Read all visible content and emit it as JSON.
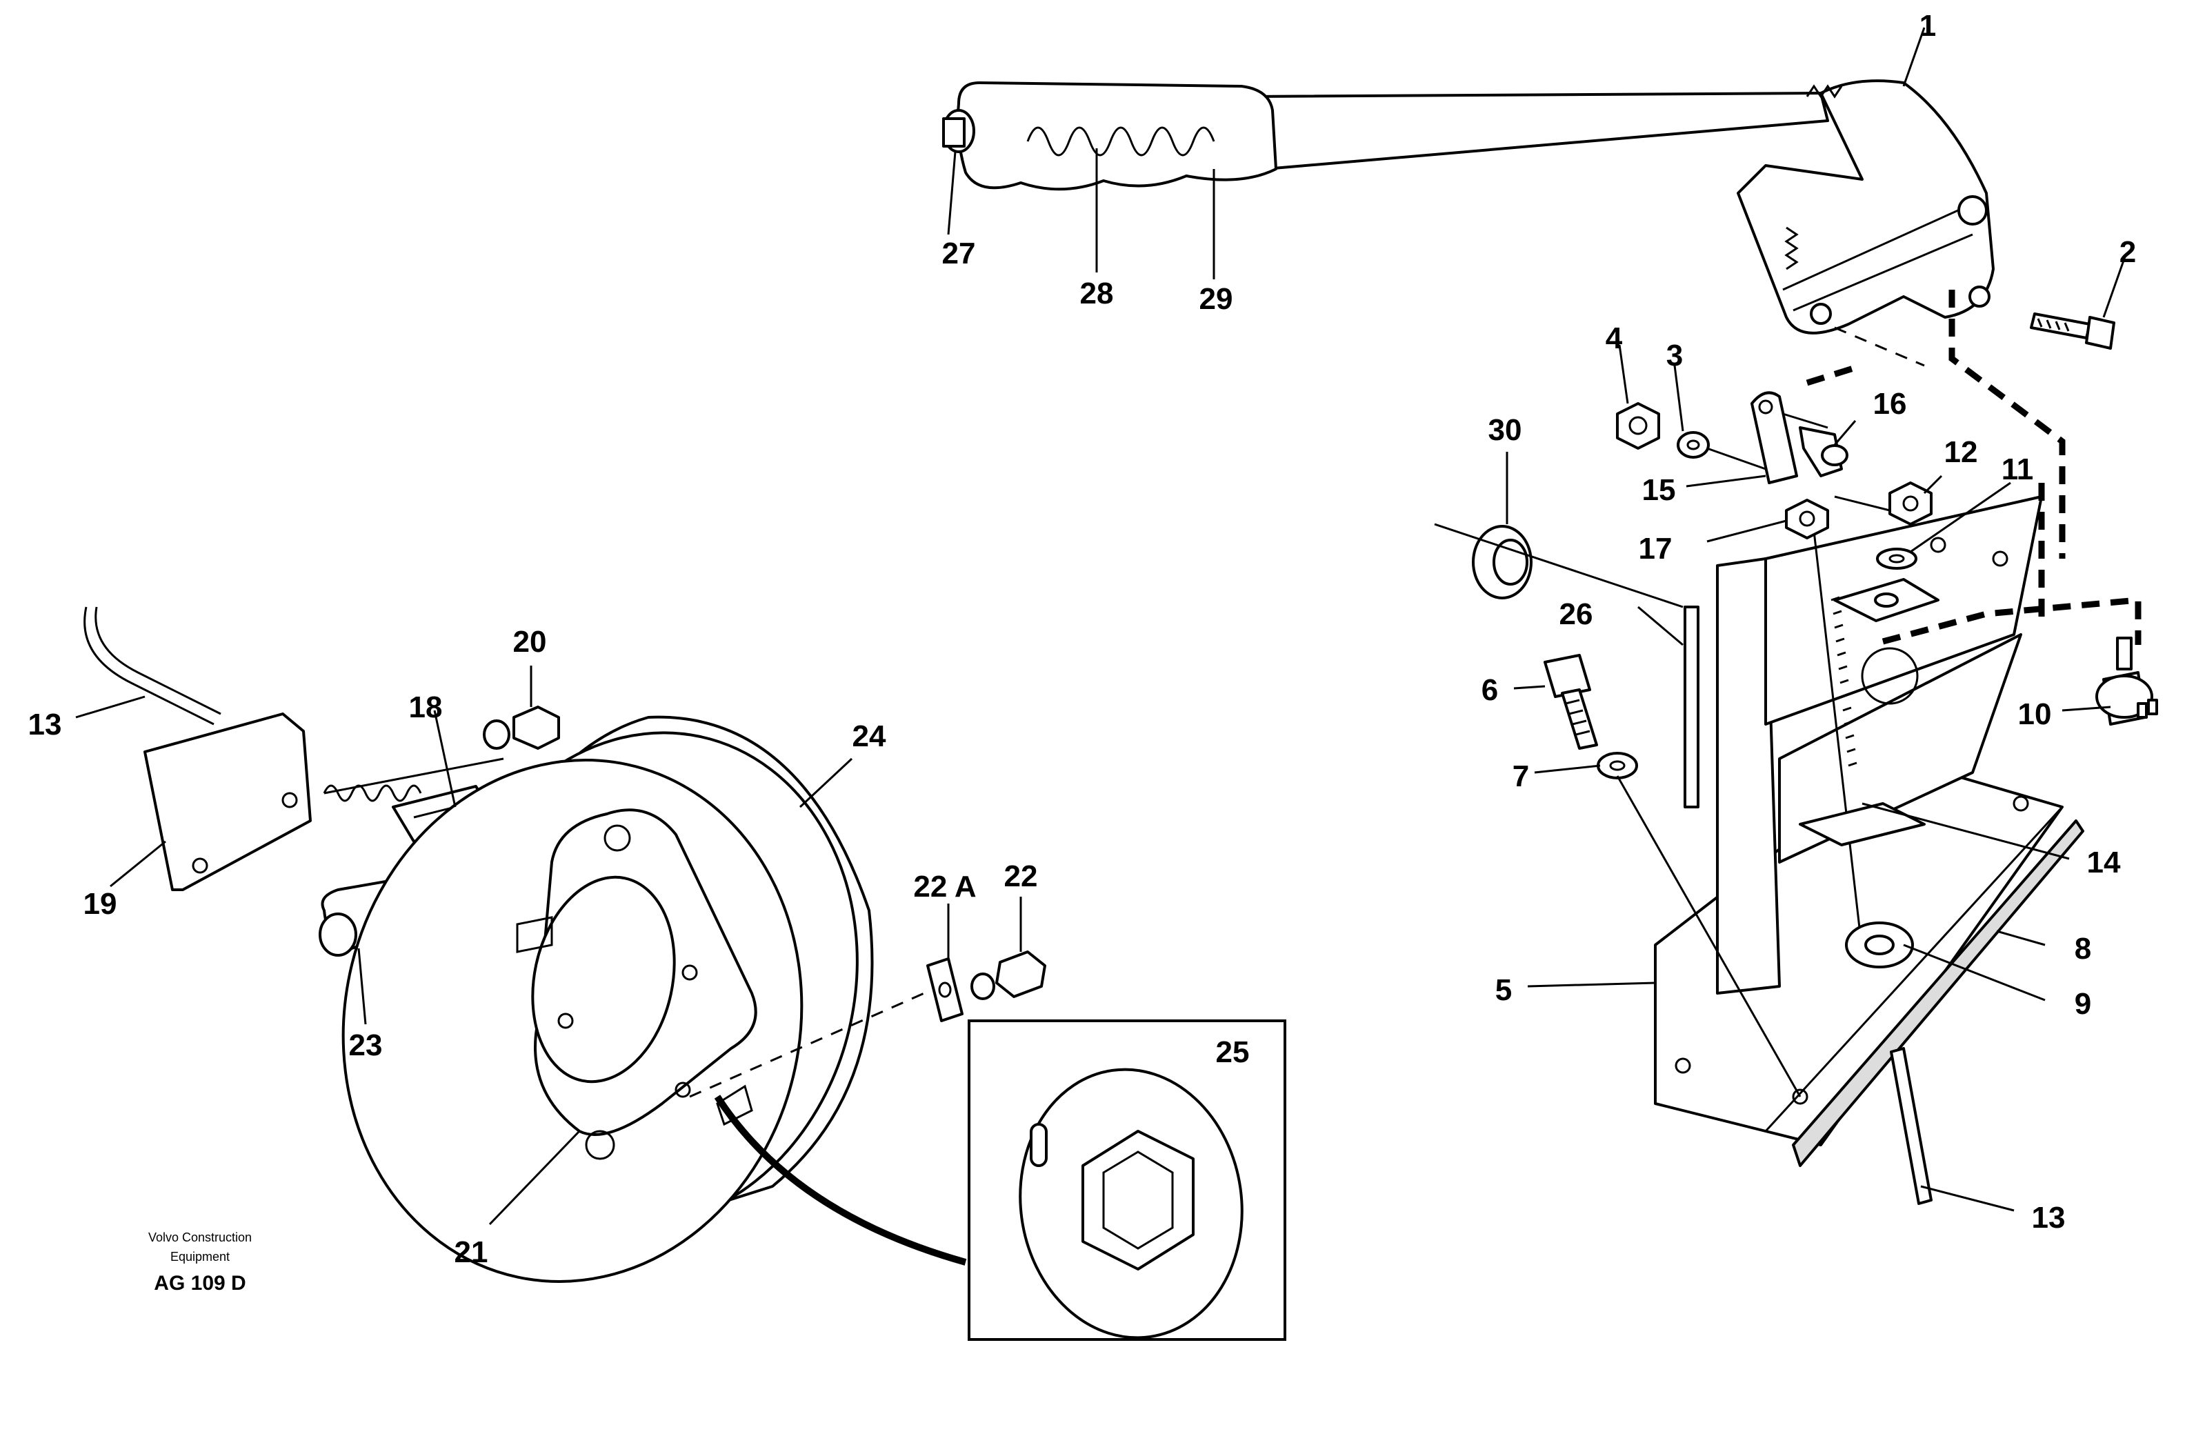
{
  "credit": {
    "line1": "Volvo Construction",
    "line2": "Equipment",
    "code": "AG 109 D"
  },
  "labels": {
    "l1": "1",
    "l2": "2",
    "l3": "3",
    "l4": "4",
    "l5": "5",
    "l6": "6",
    "l7": "7",
    "l8": "8",
    "l9": "9",
    "l10": "10",
    "l11": "11",
    "l12": "12",
    "l13a": "13",
    "l13b": "13",
    "l14": "14",
    "l15": "15",
    "l16": "16",
    "l17": "17",
    "l18": "18",
    "l19": "19",
    "l20": "20",
    "l21": "21",
    "l22": "22",
    "l22a": "22 A",
    "l23": "23",
    "l24": "24",
    "l25": "25",
    "l26": "26",
    "l27": "27",
    "l28": "28",
    "l29": "29",
    "l30": "30"
  }
}
